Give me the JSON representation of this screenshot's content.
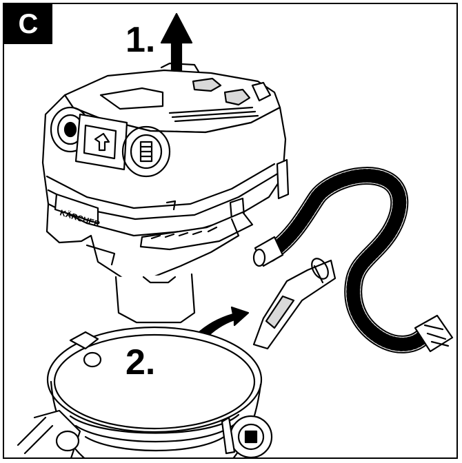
{
  "figure": {
    "panel_label": "C",
    "step1_label": "1.",
    "step2_label": "2.",
    "brand_text": "KÄRCHER"
  },
  "colors": {
    "ink": "#000000",
    "paper": "#ffffff",
    "shade": "#d9d9d9"
  },
  "icons": [
    "arrow-up-icon",
    "curved-arrow-icon"
  ]
}
